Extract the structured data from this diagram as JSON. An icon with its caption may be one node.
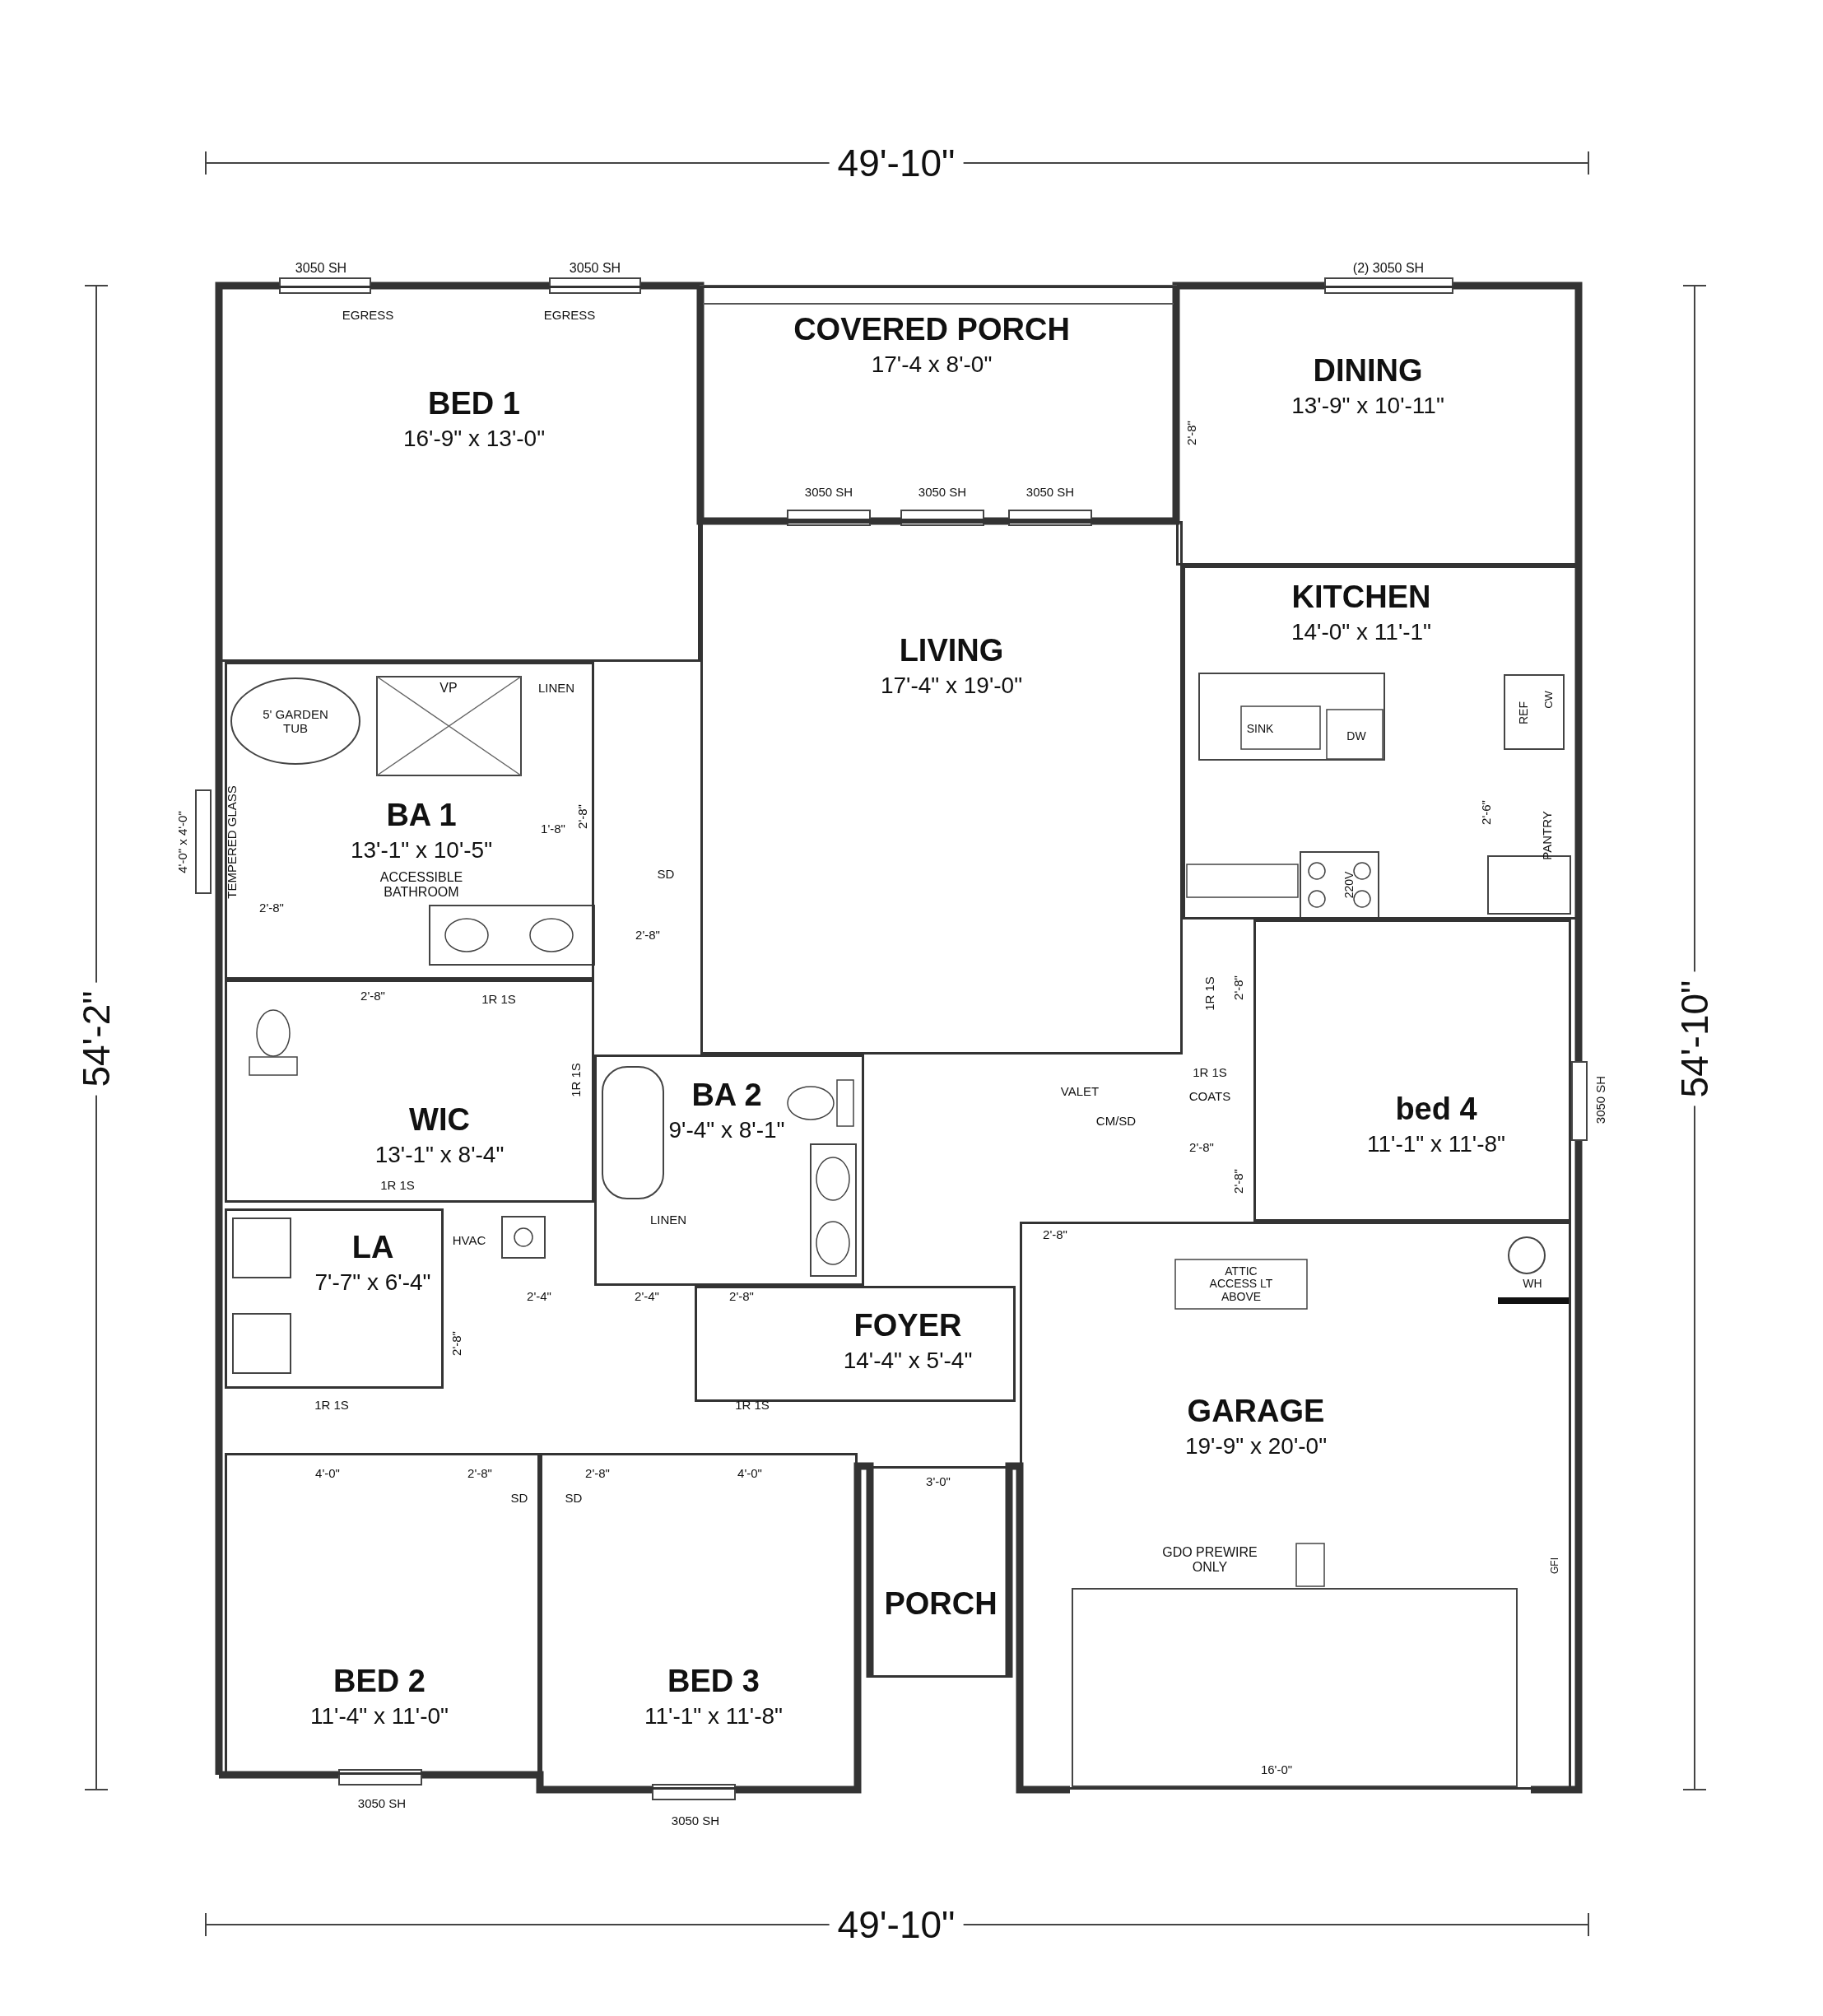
{
  "diagram": {
    "nodes": [
      {
        "text": [
          "COVERED PORCH",
          "17'-4 x 8'-0\""
        ]
      },
      {
        "text": [
          "BED 1",
          "16'-9\" x 13'-0\""
        ]
      },
      {
        "text": [
          "DINING",
          "13'-9\" x 10'-11\""
        ]
      },
      {
        "text": [
          "KITCHEN",
          "14'-0\" x 11'-1\""
        ]
      },
      {
        "text": [
          "LIVING",
          "17'-4\" x 19'-0\""
        ]
      },
      {
        "text": [
          "BA 1",
          "13'-1\" x 10'-5\"",
          "ACCESSIBLE BATHROOM"
        ]
      },
      {
        "text": [
          "WIC",
          "13'-1\" x 8'-4\""
        ]
      },
      {
        "text": [
          "BA 2",
          "9'-4\" x 8'-1\""
        ]
      },
      {
        "text": [
          "bed 4",
          "11'-1\" x 11'-8\""
        ]
      },
      {
        "text": [
          "LA",
          "7'-7\" x 6'-4\""
        ]
      },
      {
        "text": [
          "FOYER",
          "14'-4\" x 5'-4\""
        ]
      },
      {
        "text": [
          "GARAGE",
          "19'-9\" x 20'-0\""
        ]
      },
      {
        "text": [
          "PORCH"
        ]
      },
      {
        "text": [
          "BED 2",
          "11'-4\" x 11'-0\""
        ]
      },
      {
        "text": [
          "BED 3",
          "11'-1\" x 11'-8\""
        ]
      }
    ],
    "labels": [
      "49'-10\"",
      "3050 SH",
      "3050 SH",
      "(2) 3050 SH",
      "EGRESS",
      "EGRESS",
      "2'-8\"",
      "3050 SH",
      "3050 SH",
      "3050 SH",
      "VP",
      "LINEN",
      "5' GARDEN TUB",
      "SINK",
      "DW",
      "REF",
      "CW",
      "1'-8\"",
      "2'-8\"",
      "2'-6\"",
      "4'-0\" x 4'-0\"",
      "TEMPERED GLASS",
      "PANTRY",
      "220V",
      "SD",
      "2'-8\"",
      "2'-8\"",
      "2'-8\"",
      "1R 1S",
      "1R 1S",
      "2'-8\"",
      "54'-2\"",
      "54'-10\"",
      "1R 1S",
      "1R 1S",
      "VALET",
      "COATS",
      "CM/SD",
      "2'-8\"",
      "3050 SH",
      "2'-8\"",
      "1R 1S",
      "LINEN",
      "2'-8\"",
      "HVAC",
      "ATTIC ACCESS LT ABOVE",
      "WH",
      "2'-4\"",
      "2'-4\"",
      "2'-8\"",
      "2'-8\"",
      "1R 1S",
      "1R 1S",
      "4'-0\"",
      "2'-8\"",
      "2'-8\"",
      "4'-0\"",
      "3'-0\"",
      "SD",
      "SD",
      "GDO PREWIRE ONLY",
      "GFI",
      "16'-0\"",
      "3050 SH",
      "3050 SH",
      "49'-10\""
    ]
  }
}
